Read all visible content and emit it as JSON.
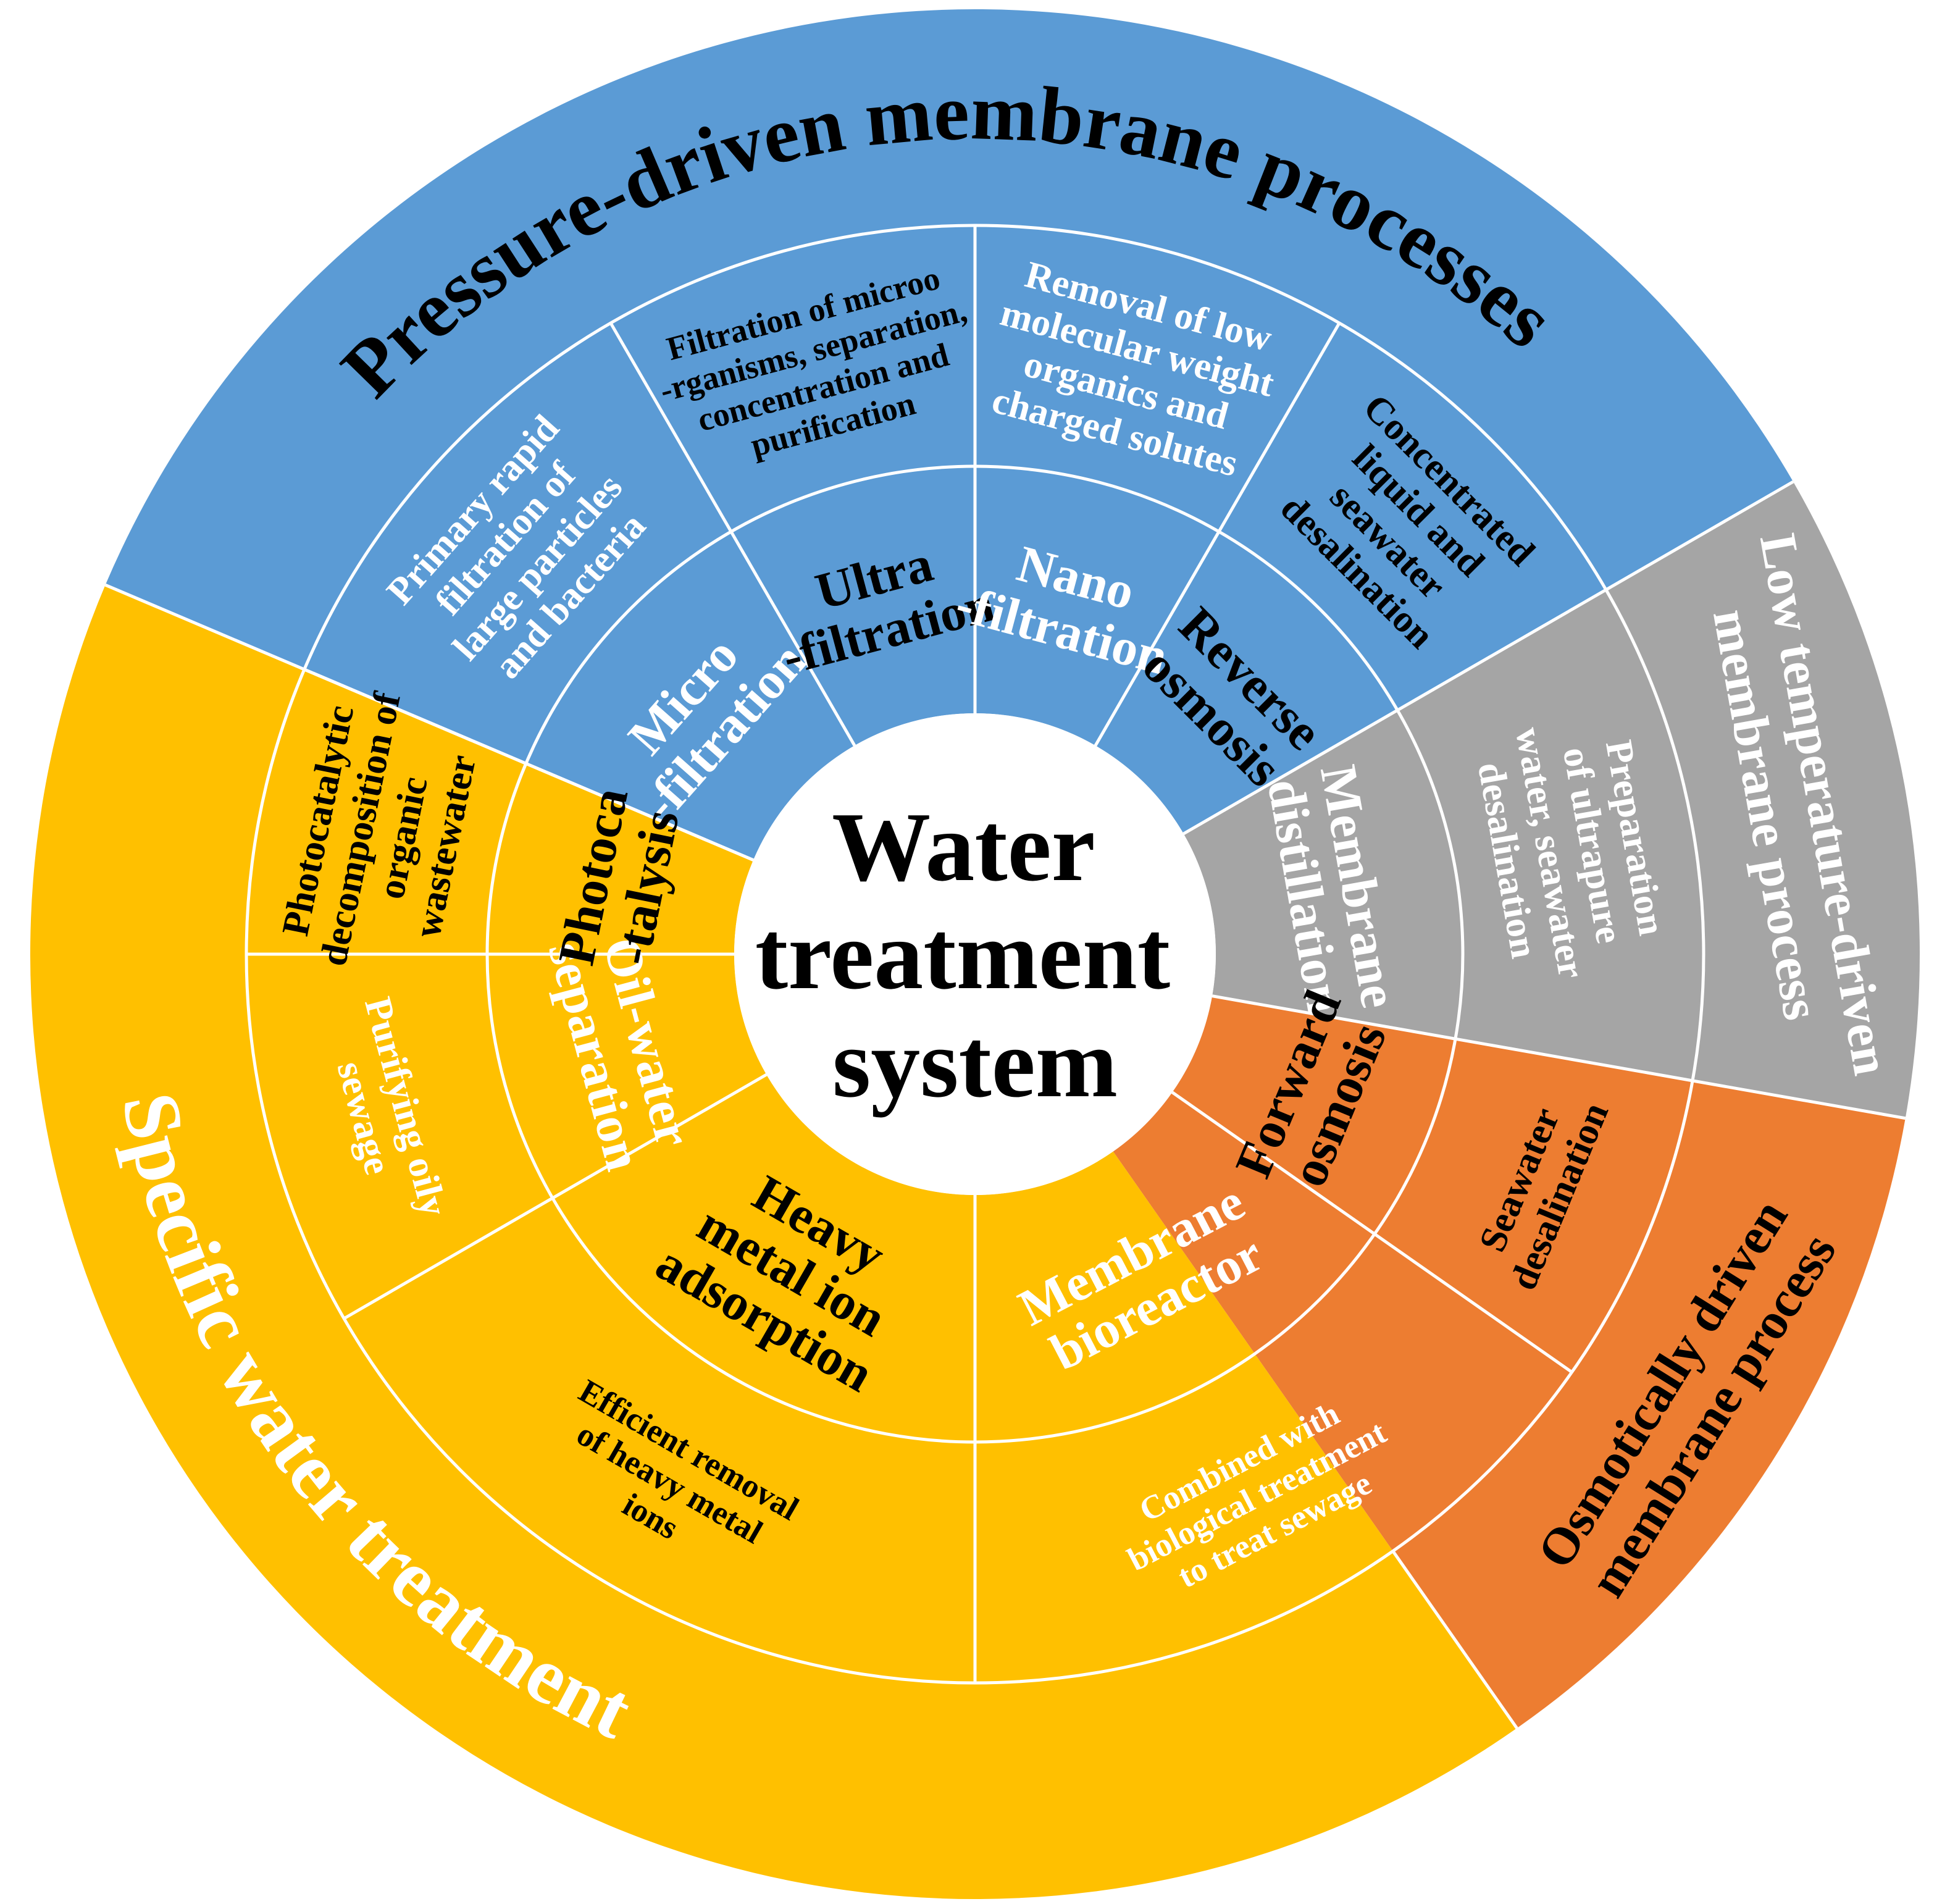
{
  "center": {
    "lines": [
      "Water",
      "treatment",
      "system"
    ]
  },
  "colors": {
    "blue": "#5B9BD5",
    "gray": "#A5A5A5",
    "orange": "#ED7D31",
    "yellow": "#FFC000",
    "divider": "#ffffff"
  },
  "outer_labels": {
    "pressure": "Pressure-driven membrane processes",
    "specific": "Specific water treatment",
    "low_temperature": [
      "Low temperature-driven",
      "membrane process"
    ],
    "osmotic": [
      "Osmotically driven",
      "membrane process"
    ]
  },
  "processes": [
    {
      "key": "microfiltration",
      "group": "blue",
      "lines": [
        "Micro",
        "-filtration"
      ],
      "text_color": "#ffffff"
    },
    {
      "key": "ultrafiltration",
      "group": "blue",
      "lines": [
        "Ultra",
        "-filtration"
      ],
      "text_color": "#000000"
    },
    {
      "key": "nanofiltration",
      "group": "blue",
      "lines": [
        "Nano",
        "-filtration"
      ],
      "text_color": "#ffffff"
    },
    {
      "key": "reverse_osmosis",
      "group": "blue",
      "lines": [
        "Reverse",
        "osmosis"
      ],
      "text_color": "#000000"
    },
    {
      "key": "membrane_distillation",
      "group": "gray",
      "lines": [
        "Membrane",
        "distillation"
      ],
      "text_color": "#ffffff"
    },
    {
      "key": "forward_osmosis",
      "group": "orange",
      "lines": [
        "Forward",
        "osmosis"
      ],
      "text_color": "#000000"
    },
    {
      "key": "membrane_bioreactor",
      "group": "yellow",
      "lines": [
        "Membrane",
        "bioreactor"
      ],
      "text_color": "#ffffff"
    },
    {
      "key": "heavy_metal_ion_adsorption",
      "group": "yellow",
      "lines": [
        "Heavy",
        "metal ion",
        "adsorption"
      ],
      "text_color": "#000000"
    },
    {
      "key": "oil_water_separation",
      "group": "yellow",
      "lines": [
        "Oil-water",
        "separation"
      ],
      "text_color": "#ffffff"
    },
    {
      "key": "photocatalysis",
      "group": "yellow",
      "lines": [
        "Photoca",
        "-talysis"
      ],
      "text_color": "#000000"
    }
  ],
  "applications": [
    {
      "key": "microfiltration_app",
      "lines": [
        "Primary rapid",
        "filtration of",
        "large particles",
        "and bacteria"
      ],
      "text_color": "#ffffff"
    },
    {
      "key": "ultrafiltration_app",
      "lines": [
        "Filtration of microo",
        "-rganisms, separation,",
        "concentration and",
        "purification"
      ],
      "text_color": "#000000"
    },
    {
      "key": "nanofiltration_app",
      "lines": [
        "Removal of low",
        "molecular weight",
        "organics and",
        "charged solutes"
      ],
      "text_color": "#ffffff"
    },
    {
      "key": "reverse_osmosis_app",
      "lines": [
        "Concentrated",
        "liquid and",
        "seawater",
        "desalination"
      ],
      "text_color": "#000000"
    },
    {
      "key": "membrane_distillation_app",
      "lines": [
        "Preparation",
        "of ultrapure",
        "water, seawater",
        "desalination"
      ],
      "text_color": "#ffffff"
    },
    {
      "key": "forward_osmosis_app",
      "lines": [
        "Seawater",
        "desalination"
      ],
      "text_color": "#000000"
    },
    {
      "key": "membrane_bioreactor_app",
      "lines": [
        "Combined with",
        "biological treatment",
        "to treat sewage"
      ],
      "text_color": "#ffffff"
    },
    {
      "key": "heavy_metal_app",
      "lines": [
        "Efficient removal",
        "of heavy metal",
        "ions"
      ],
      "text_color": "#000000"
    },
    {
      "key": "oil_water_app",
      "lines": [
        "Purifying oily",
        "sewage"
      ],
      "text_color": "#ffffff"
    },
    {
      "key": "photocatalysis_app",
      "lines": [
        "Photocatalytic",
        "decomposition of",
        "organic",
        "wastewater"
      ],
      "text_color": "#000000"
    }
  ]
}
